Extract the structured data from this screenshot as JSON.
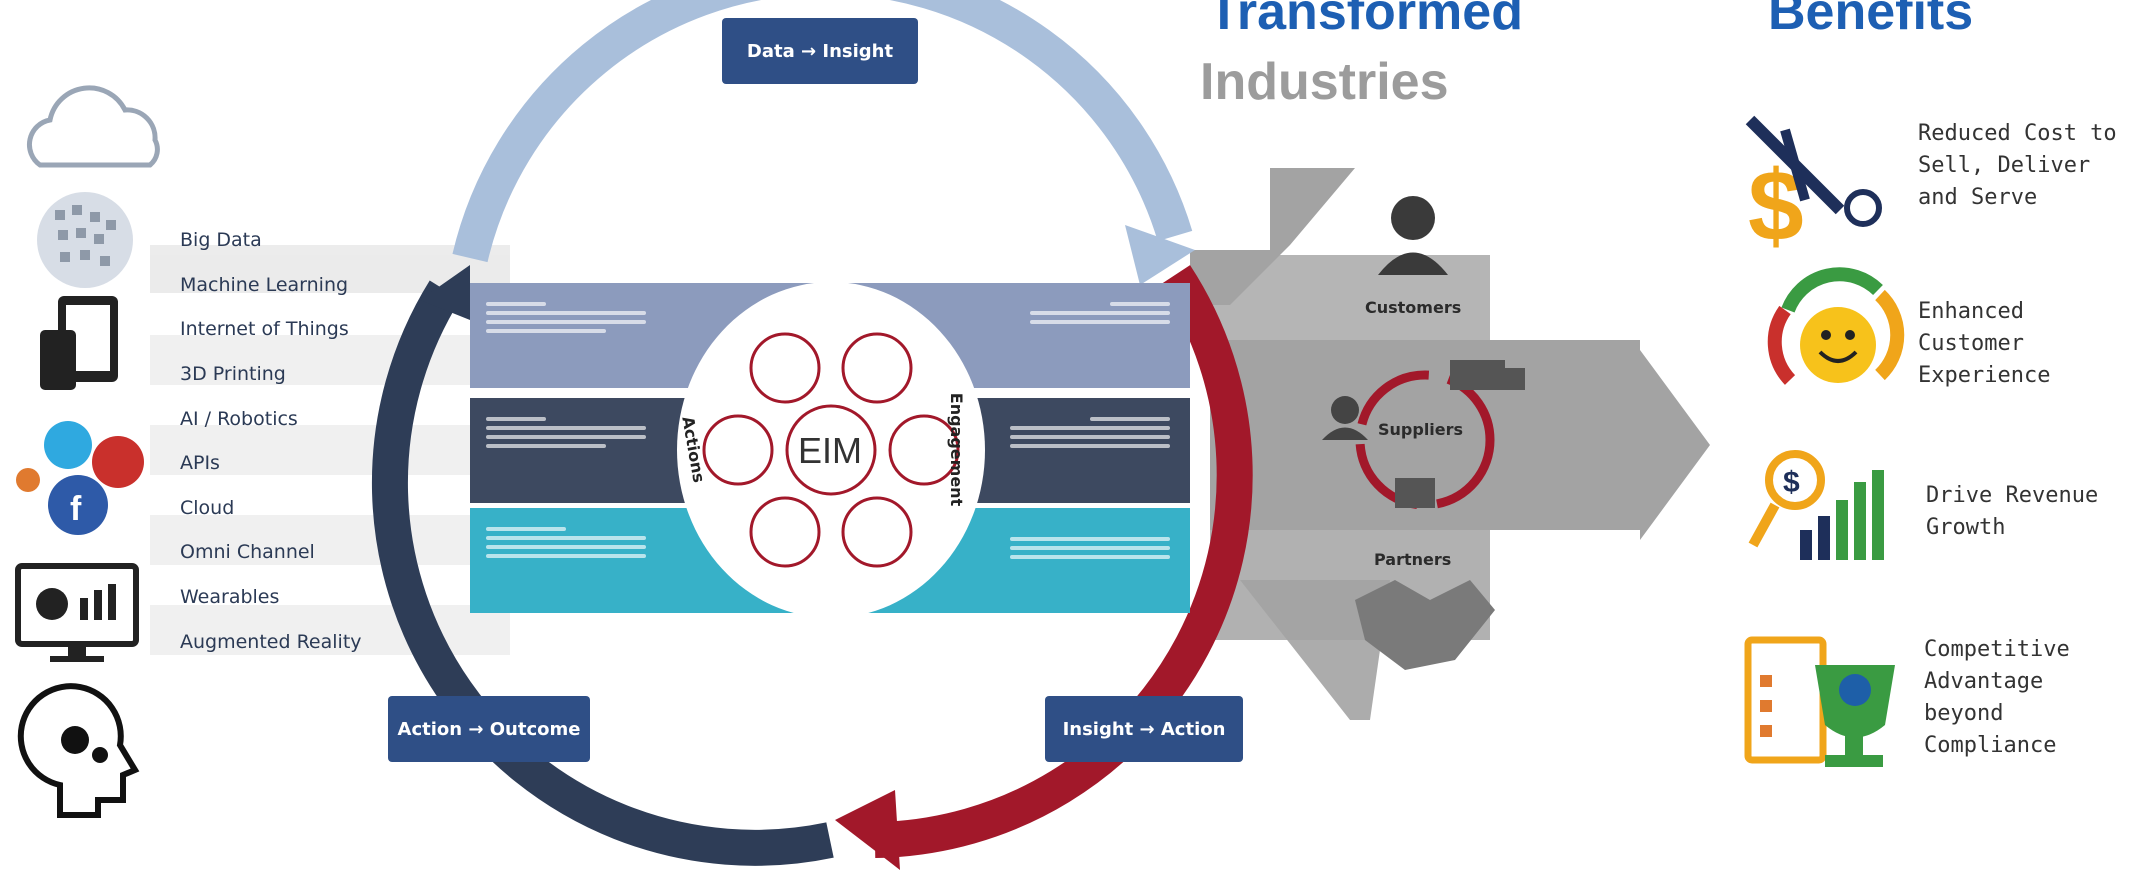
{
  "headings": {
    "transformed": "Transformed",
    "industries": "Industries",
    "benefits": "Benefits"
  },
  "technologies": [
    "Big Data",
    "Machine Learning",
    "Internet of Things",
    "3D Printing",
    "AI / Robotics",
    "APIs",
    "Cloud",
    "Omni Channel",
    "Wearables",
    "Augmented Reality"
  ],
  "cycle": {
    "top": "Data → Insight",
    "bottom_left": "Action → Outcome",
    "bottom_right": "Insight → Action"
  },
  "center": {
    "eim": "EIM",
    "left_ring": "Actions",
    "right_ring": "Engagement"
  },
  "industries": {
    "customers": "Customers",
    "suppliers": "Suppliers",
    "partners": "Partners"
  },
  "benefits": [
    "Reduced Cost to Sell, Deliver and Serve",
    "Enhanced Customer Experience",
    "Drive Revenue Growth",
    "Competitive Advantage beyond Compliance"
  ],
  "colors": {
    "heading_blue": "#1d5fb3",
    "heading_gray": "#9c9c9c",
    "cycle_light": "#a9bfdb",
    "cycle_dark": "#2e3d57",
    "cycle_red": "#a2182a",
    "label_blue": "#2f4f86",
    "arrow_gray": "#a3a3a3",
    "band_top": "#8c9bbd",
    "band_mid": "#3d4960",
    "band_bot": "#37b1c8"
  }
}
